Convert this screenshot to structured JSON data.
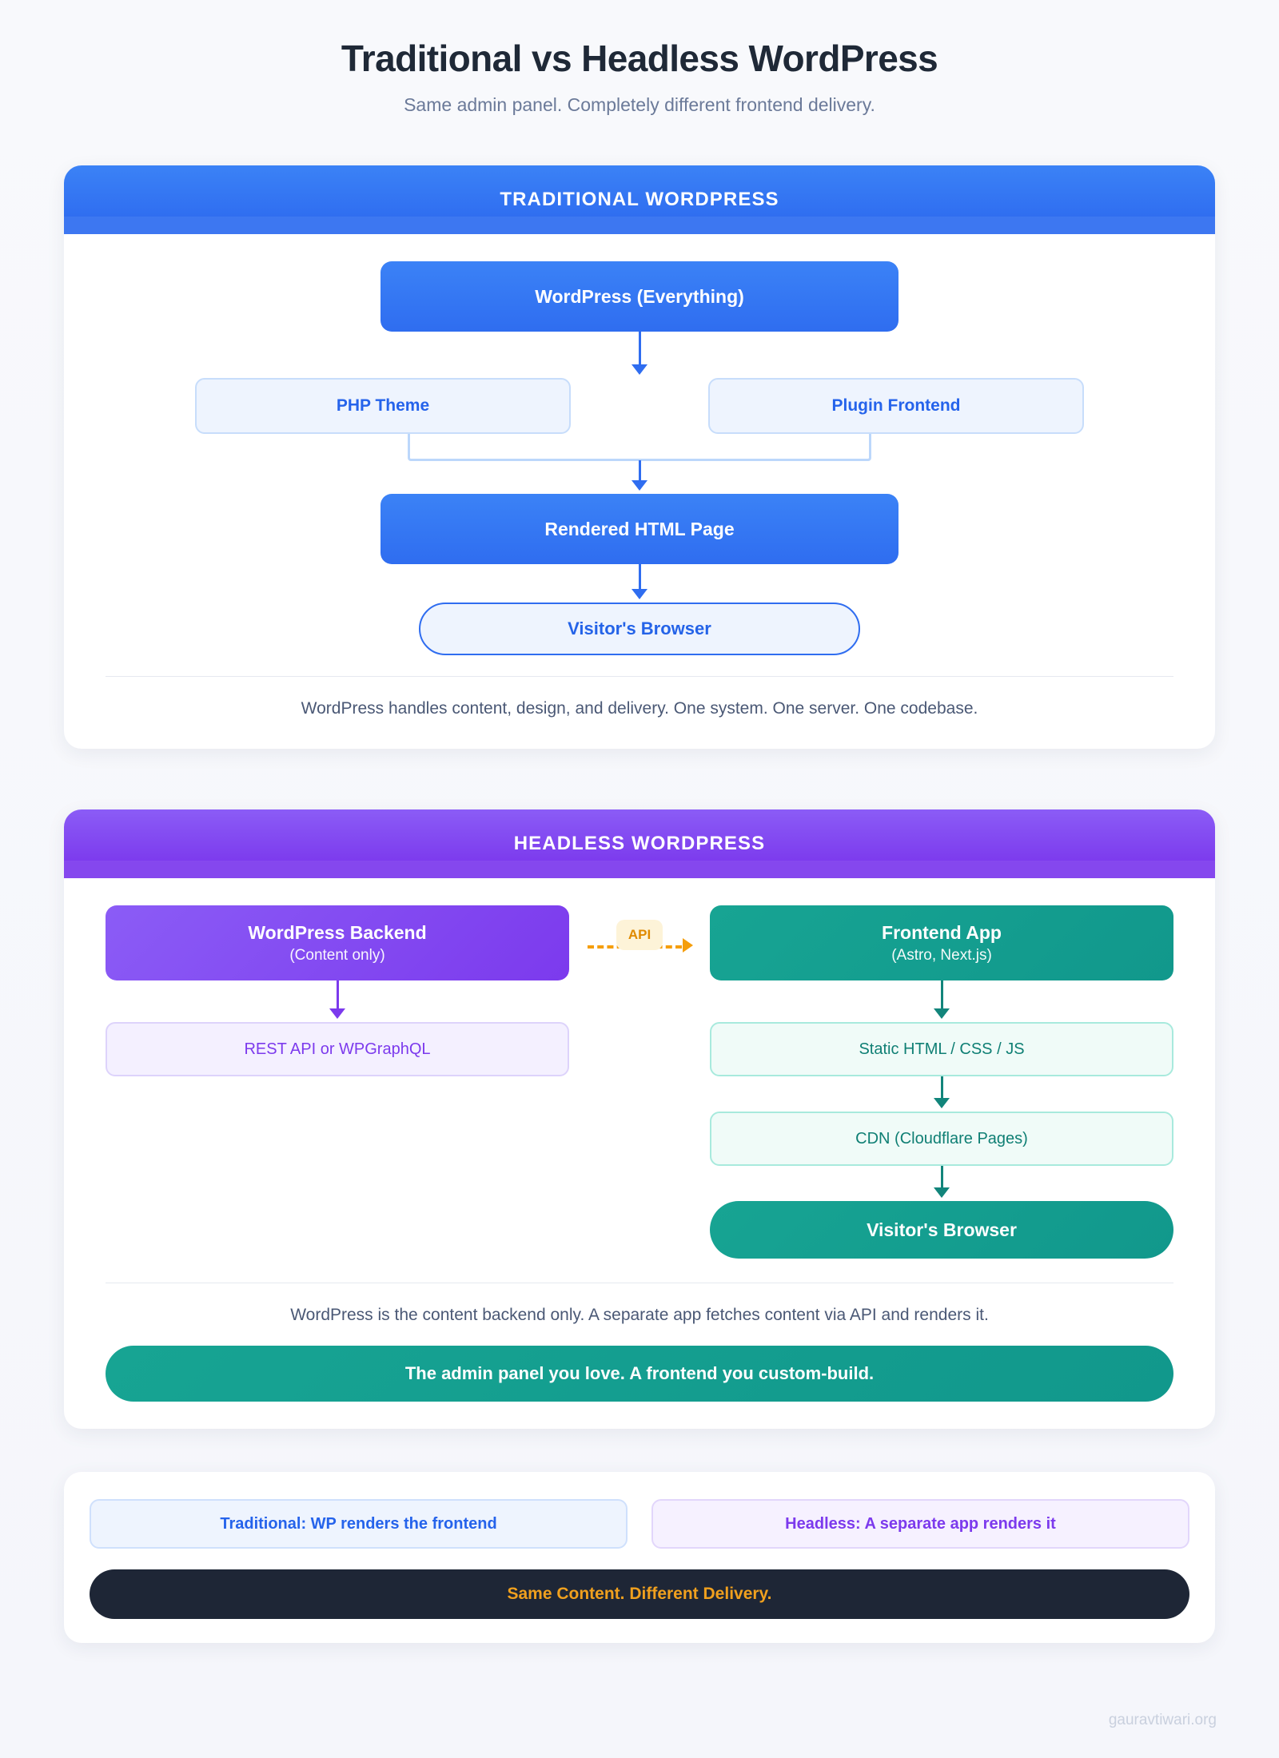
{
  "header": {
    "title": "Traditional vs Headless WordPress",
    "subtitle": "Same admin panel. Completely different frontend delivery."
  },
  "colors": {
    "page_bg": "#f7f8fc",
    "blue": "#2f6df0",
    "blue_light": "#eef4fe",
    "purple": "#7c3aed",
    "purple_light": "#f4f0ff",
    "teal": "#11988c",
    "teal_light": "#f0fbf8",
    "amber": "#f59e0b",
    "dark": "#1e2636",
    "gold_text": "#f0a01e"
  },
  "traditional": {
    "header_label": "TRADITIONAL WORDPRESS",
    "root": "WordPress (Everything)",
    "branches": [
      "PHP Theme",
      "Plugin Frontend"
    ],
    "rendered": "Rendered HTML Page",
    "browser": "Visitor's Browser",
    "note": "WordPress handles content, design, and delivery. One system. One server. One codebase."
  },
  "headless": {
    "header_label": "HEADLESS WORDPRESS",
    "backend": {
      "title": "WordPress Backend",
      "subtitle": "(Content only)",
      "child": "REST API or WPGraphQL"
    },
    "api_badge": "API",
    "frontend": {
      "title": "Frontend App",
      "subtitle": "(Astro, Next.js)",
      "child_1": "Static HTML / CSS / JS",
      "child_2": "CDN (Cloudflare Pages)",
      "browser": "Visitor's Browser"
    },
    "note": "WordPress is the content backend only. A separate app fetches content via API and renders it.",
    "banner": "The admin panel you love. A frontend you custom-build."
  },
  "summary": {
    "legend_traditional": "Traditional: WP renders the frontend",
    "legend_headless": "Headless: A separate app renders it",
    "banner": "Same Content. Different Delivery."
  },
  "watermark": "gauravtiwari.org"
}
